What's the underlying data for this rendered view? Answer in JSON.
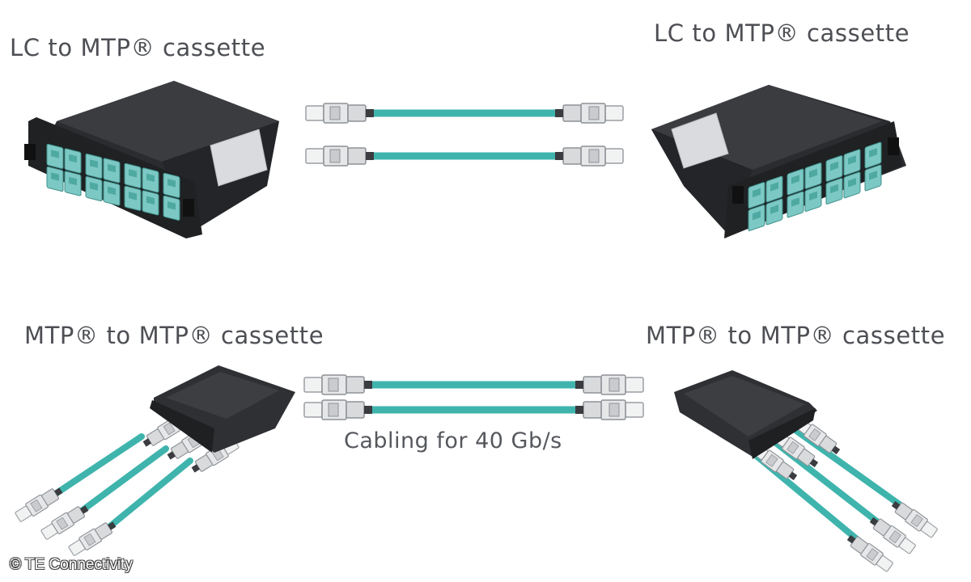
{
  "labels": {
    "top_left": "LC to MTP® cassette",
    "top_right": "LC to MTP® cassette",
    "bottom_left": "MTP® to MTP® cassette",
    "bottom_right": "MTP® to MTP® cassette"
  },
  "caption": "Cabling for 40 Gb/s",
  "copyright": "© TE Connectivity",
  "colors": {
    "fiber": "#3fb4ad",
    "port": "#7cc8c4",
    "housing": "#2e3033",
    "connector": "#e6e7e8",
    "text": "#4d4f54"
  }
}
